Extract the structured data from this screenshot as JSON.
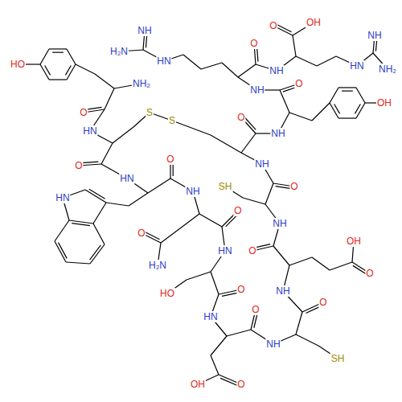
{
  "diagram": {
    "labels": [
      "NH",
      "O",
      "OH",
      "NH",
      "H₂N",
      "HN",
      "HN",
      "NH₂",
      "O",
      "HO",
      "NH",
      "NH₂",
      "O",
      "NH",
      "OH",
      "O",
      "S",
      "O",
      "S",
      "HN",
      "NH",
      "O",
      "O",
      "NH",
      "HN",
      "SH",
      "O",
      "NH",
      "HN",
      "O",
      "NH",
      "O",
      "OH",
      "HN",
      "O",
      "H₂N",
      "O",
      "O",
      "HO",
      "NH",
      "O",
      "O",
      "HN",
      "NH",
      "SH",
      "OH",
      "O"
    ]
  }
}
